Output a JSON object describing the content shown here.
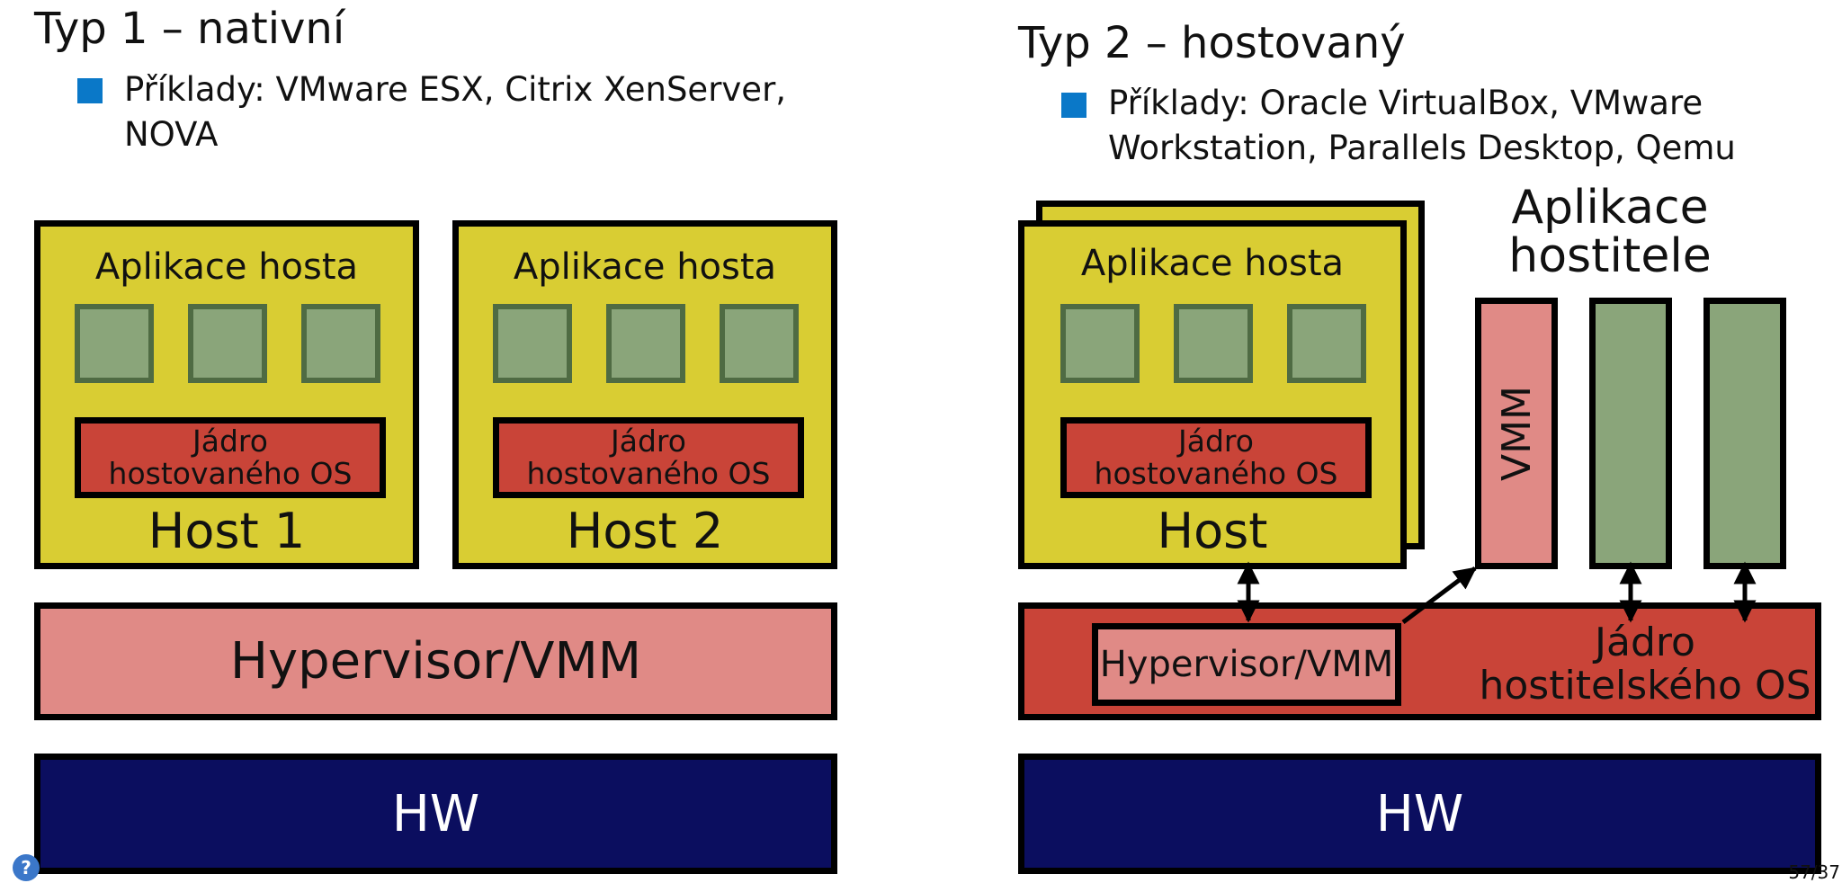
{
  "left": {
    "heading": "Typ 1 – nativní",
    "bullet_line1": "Příklady: VMware ESX, Citrix XenServer,",
    "bullet_line2": "NOVA",
    "hosts": [
      {
        "app_label": "Aplikace hosta",
        "kernel_line1": "Jádro",
        "kernel_line2": "hostovaného OS",
        "host_label": "Host 1"
      },
      {
        "app_label": "Aplikace hosta",
        "kernel_line1": "Jádro",
        "kernel_line2": "hostovaného OS",
        "host_label": "Host 2"
      }
    ],
    "hypervisor_label": "Hypervisor/VMM",
    "hw_label": "HW"
  },
  "right": {
    "heading": "Typ 2 – hostovaný",
    "bullet_line1": "Příklady: Oracle VirtualBox, VMware",
    "bullet_line2": "Workstation, Parallels Desktop, Qemu",
    "host": {
      "app_label": "Aplikace hosta",
      "kernel_line1": "Jádro",
      "kernel_line2": "hostovaného OS",
      "host_label": "Host"
    },
    "host_apps_line1": "Aplikace",
    "host_apps_line2": "hostitele",
    "vmm_vertical_label": "VMM",
    "hypervisor_label": "Hypervisor/VMM",
    "host_kernel_line1": "Jádro",
    "host_kernel_line2": "hostitelského OS",
    "hw_label": "HW"
  },
  "footer": {
    "help_glyph": "?",
    "page_number": "57/37"
  },
  "colors": {
    "guest_box": "#d9cd33",
    "app_square": "#8aa57a",
    "guest_kernel": "#c94438",
    "hypervisor": "#e08a86",
    "hardware": "#0b0e5f",
    "bullet": "#0a78c8"
  }
}
